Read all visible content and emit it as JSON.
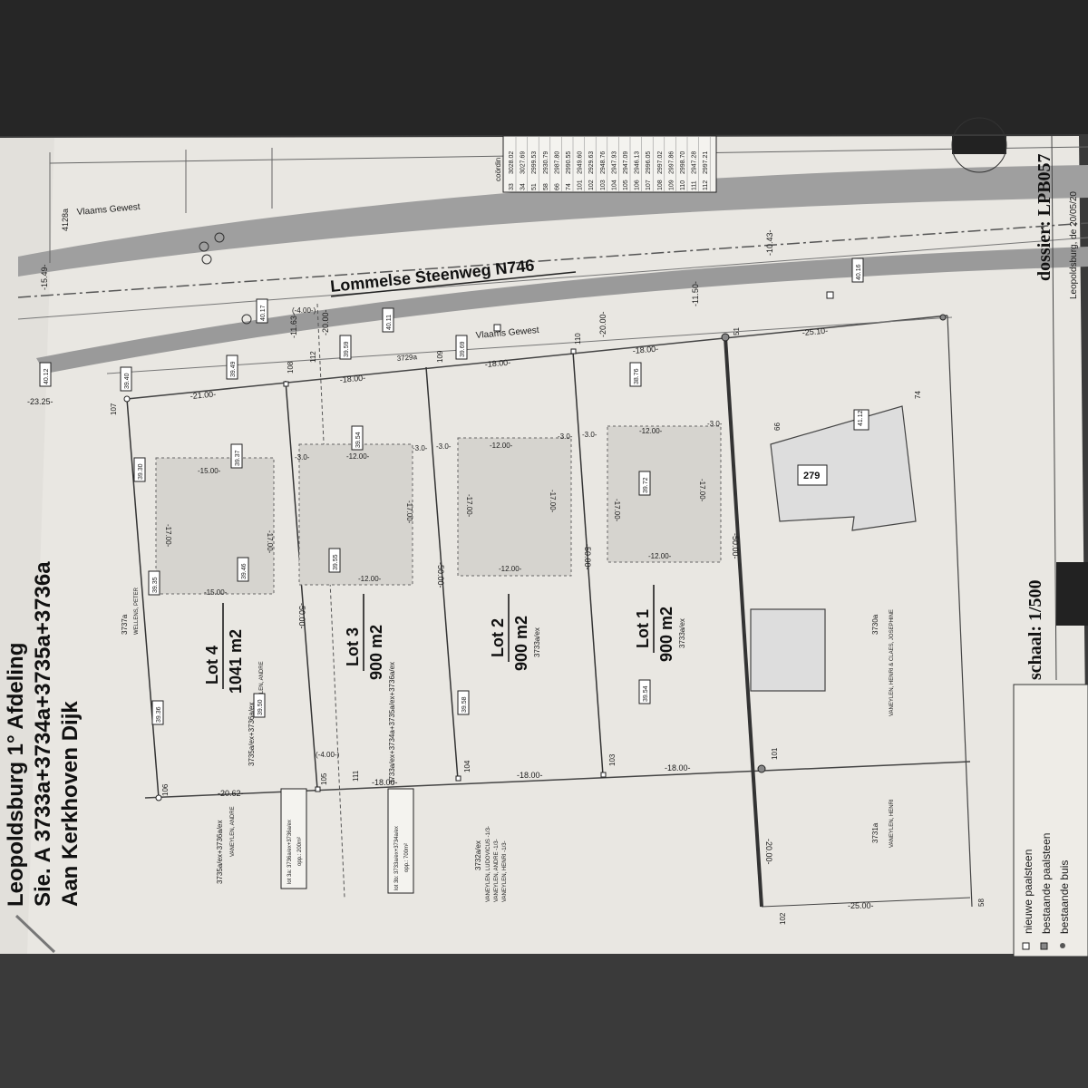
{
  "header": {
    "title_line1": "Leopoldsburg 1° Afdeling",
    "title_line2": "Sie. A 3733a+3734a+3735a+3736a",
    "title_line3": "Aan Kerkhoven Dijk"
  },
  "road": {
    "name": "Lommelse Steenweg N746",
    "authority_top": "Vlaams Gewest",
    "authority_bottom": "Vlaams Gewest",
    "parcel_top": "4128a",
    "width_left": "-15.49-",
    "width_mid1": "-11.63-",
    "width_mid2": "-20.00-",
    "width_mid3": "-20.00-",
    "width_mid4": "-11.50-",
    "width_right": "-10.43-"
  },
  "lots": [
    {
      "name": "Lot 4",
      "area": "1041 m2",
      "parcel": "3735a/ex+3736a/ex",
      "owner": "VANEYLEN, ANDRE"
    },
    {
      "name": "Lot 3",
      "area": "900 m2",
      "parcel": "3733a/ex+3734a+3735a/ex+3736a/ex",
      "owner": ""
    },
    {
      "name": "Lot 2",
      "area": "900 m2",
      "parcel": "3733a/ex",
      "owner": ""
    },
    {
      "name": "Lot 1",
      "area": "900 m2",
      "parcel": "3733a/ex",
      "owner": ""
    }
  ],
  "dimensions": {
    "front_lot4": "-21.00-",
    "front_lot3": "-18.00-",
    "front_lot2": "-18.00-",
    "front_lot1": "-18.00-",
    "front_right": "-25.10-",
    "back_lot4": "-20.62-",
    "back_lot3": "-18.00-",
    "back_lot2": "-18.00-",
    "back_lot1": "-18.00-",
    "back_right": "-25.00-",
    "depth1": "-50.00-",
    "depth2": "-50.00-",
    "depth3": "-50.00-",
    "depth4": "-50.00-",
    "left_strip": "-23.25-",
    "offset_a": "(-4.00-)",
    "offset_b": "(-4.00-)",
    "gap": "-3.0-",
    "side_20": "-20.00-",
    "b15": "-15.00-",
    "b12": "-12.00-",
    "b17": "-17.00-"
  },
  "points": {
    "p107": "107",
    "p108": "108",
    "p112": "112",
    "p109": "109",
    "p110": "110",
    "p51": "51",
    "p106": "106",
    "p105": "105",
    "p111": "111",
    "p104": "104",
    "p103": "103",
    "p101": "101",
    "p102": "102",
    "p58": "58",
    "p74": "74",
    "p66": "66"
  },
  "levels": {
    "l4012": "40.12",
    "l3940": "39.40",
    "l3930": "39.30",
    "l3937": "39.37",
    "l3949": "39.49",
    "l4017": "40.17",
    "l3959": "39.59",
    "l4011": "40.11",
    "l3969": "39.69",
    "l3976": "38.76",
    "l4016": "40.16",
    "l3954": "39.54",
    "l3972": "39.72",
    "l3935": "39.35",
    "l3946": "39.46",
    "l3955": "39.55",
    "l3936": "39.36",
    "l3950": "39.50",
    "l3958": "39.58",
    "l3954b": "39.54",
    "l4112": "41.12"
  },
  "neighbors": {
    "n3737a": "3737a",
    "n3737a_owner": "WELLENS, PETER",
    "n3729a": "3729a",
    "n3730a": "3730a",
    "n3730a_owner": "VANEYLEN, HENRI  & CLAES, JOSEPHINE",
    "n3731a": "3731a",
    "n3731a_owner": "VANEYLEN, HENRI",
    "n3732a": "3732a/ex",
    "n3732a_owner1": "VANEYLEN, LUDOVICUS -1/3-",
    "n3732a_owner2": "VANEYLEN, ANDRE -1/3-",
    "n3732a_owner3": "VANEYLEN, HENRI -1/3-",
    "n3735bottom": "3735a/ex+3736a/ex",
    "n3735bottom_owner": "VANEYLEN, ANDRE",
    "lot3a_line1": "lot 3a: 3736a/ex+3736a/ex",
    "lot3a_line2": "opp.: 200m²",
    "lot3b_line1": "lot 3b: 3733a/ex+3734a/ex",
    "lot3b_line2": "opp.: 700m²",
    "house_number": "279"
  },
  "legend": {
    "item1": "nieuwe paalsteen",
    "item2": "bestaande paalsteen",
    "item3": "bestaande buis"
  },
  "title_block": {
    "scale": "schaal: 1/500",
    "dossier": "dossier: LPB057",
    "date": "Leopoldsburg, de 20/05/20"
  },
  "coords": {
    "header": "coördin",
    "rows": [
      [
        "33",
        "3028.02"
      ],
      [
        "34",
        "3027.69"
      ],
      [
        "51",
        "2999.53"
      ],
      [
        "58",
        "2930.79"
      ],
      [
        "66",
        "2987.80"
      ],
      [
        "74",
        "2990.55"
      ],
      [
        "101",
        "2949.60"
      ],
      [
        "102",
        "2929.63"
      ],
      [
        "103",
        "2948.76"
      ],
      [
        "104",
        "2947.93"
      ],
      [
        "105",
        "2947.09"
      ],
      [
        "106",
        "2946.13"
      ],
      [
        "107",
        "2996.05"
      ],
      [
        "108",
        "2997.02"
      ],
      [
        "109",
        "2997.86"
      ],
      [
        "110",
        "2998.70"
      ],
      [
        "111",
        "2947.28"
      ],
      [
        "112",
        "2997.21"
      ]
    ]
  }
}
